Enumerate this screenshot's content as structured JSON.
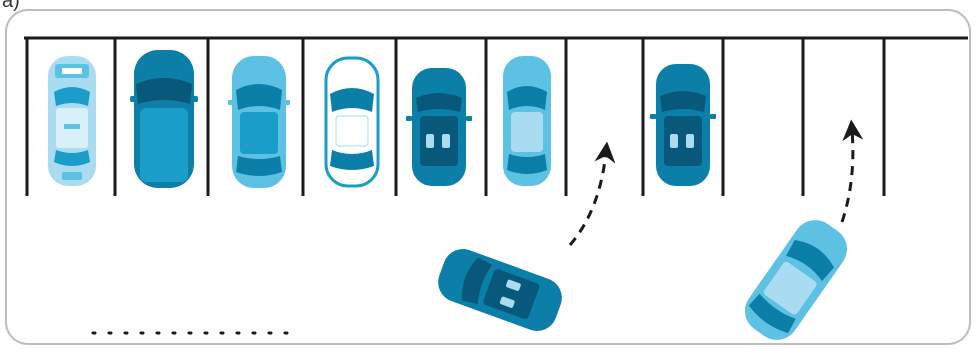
{
  "figure": {
    "corner_label": "a)"
  },
  "colors": {
    "frame": "#bdbdbd",
    "line": "#1a1a1a",
    "car_dark": "#0b7fa8",
    "car_mid": "#1a9dc8",
    "car_light": "#5cc1e2",
    "car_pale": "#a9dcf0",
    "glass_dark": "#07587a",
    "white": "#ffffff"
  },
  "parking_lot": {
    "space_count": 11,
    "spaces": [
      {
        "index": 1,
        "status": "occupied",
        "car": "taxi",
        "color": "pale"
      },
      {
        "index": 2,
        "status": "occupied",
        "car": "van",
        "color": "dark"
      },
      {
        "index": 3,
        "status": "occupied",
        "car": "sedan",
        "color": "light"
      },
      {
        "index": 4,
        "status": "occupied",
        "car": "sedan-white",
        "color": "white"
      },
      {
        "index": 5,
        "status": "occupied",
        "car": "convertible",
        "color": "dark"
      },
      {
        "index": 6,
        "status": "occupied",
        "car": "sedan",
        "color": "light"
      },
      {
        "index": 7,
        "status": "empty",
        "car": "",
        "color": ""
      },
      {
        "index": 8,
        "status": "occupied",
        "car": "convertible",
        "color": "dark"
      },
      {
        "index": 9,
        "status": "empty",
        "car": "",
        "color": ""
      },
      {
        "index": 10,
        "status": "empty",
        "car": "",
        "color": ""
      },
      {
        "index": 11,
        "status": "empty",
        "car": "",
        "color": ""
      }
    ]
  },
  "moving_cars": [
    {
      "name": "convertible-entering",
      "color": "dark",
      "target_space": 7
    },
    {
      "name": "sedan-entering",
      "color": "light",
      "target_space": 10
    }
  ]
}
